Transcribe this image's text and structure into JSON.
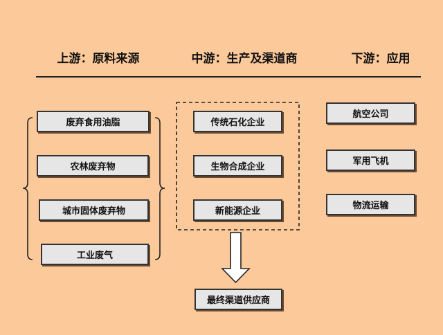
{
  "headers": {
    "upstream": "上游：原料来源",
    "midstream": "中游：生产及渠道商",
    "downstream": "下游：应用"
  },
  "upstream": [
    "废弃食用油脂",
    "农林废弃物",
    "城市固体废弃物",
    "工业废气"
  ],
  "midstream": [
    "传统石化企业",
    "生物合成企业",
    "新能源企业"
  ],
  "final": "最终渠道供应商",
  "downstream": [
    "航空公司",
    "军用飞机",
    "物流运输"
  ]
}
